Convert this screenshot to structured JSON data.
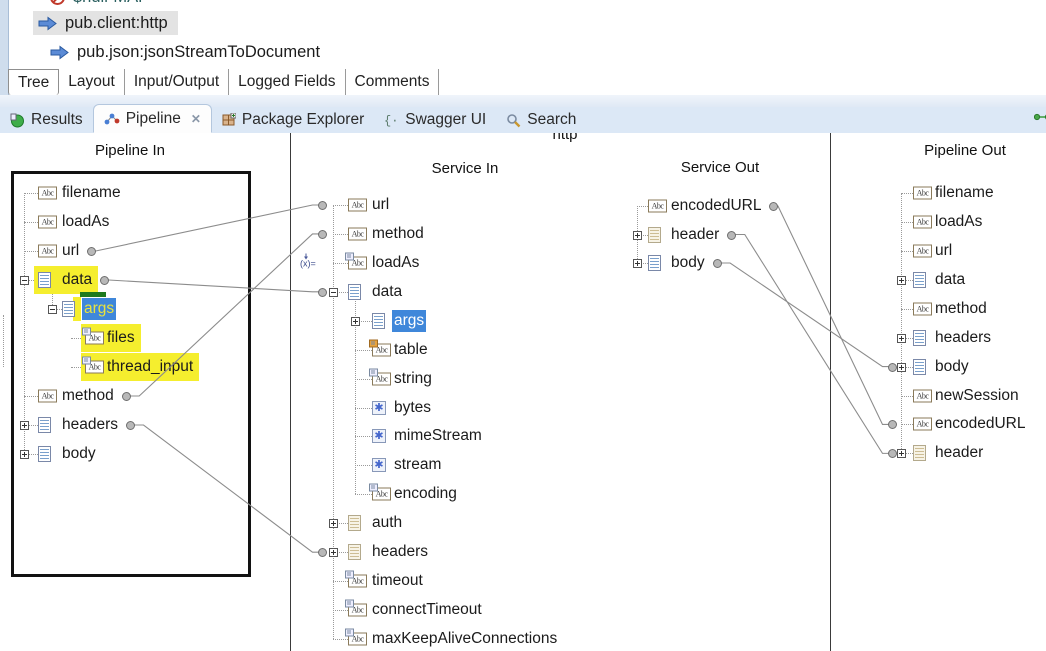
{
  "colors": {
    "highlight_yellow": "#f5ee2e",
    "selection_blue": "#3f87da",
    "green_marker": "#1e7a1e",
    "map_line_gray": "#8c8c8c",
    "viewbar_blue": "#dce8f6",
    "step_selected_gray": "#e3e3e3"
  },
  "flow_editor": {
    "steps": [
      {
        "label": "$null-MAP",
        "icon": "disabled-step-icon",
        "partial": true,
        "selected": false
      },
      {
        "label": "pub.client:http",
        "icon": "invoke-arrow-icon",
        "partial": false,
        "selected": true
      },
      {
        "label": "pub.json:jsonStreamToDocument",
        "icon": "invoke-arrow-icon",
        "partial": false,
        "selected": false
      }
    ],
    "tabs": [
      {
        "label": "Tree",
        "active": true
      },
      {
        "label": "Layout",
        "active": false
      },
      {
        "label": "Input/Output",
        "active": false
      },
      {
        "label": "Logged Fields",
        "active": false
      },
      {
        "label": "Comments",
        "active": false
      }
    ]
  },
  "view_tabbar": {
    "tabs": [
      {
        "label": "Results",
        "icon": "results-icon",
        "active": false
      },
      {
        "label": "Pipeline",
        "icon": "pipeline-icon",
        "active": true,
        "close_glyph": "✕"
      },
      {
        "label": "Package Explorer",
        "icon": "package-icon",
        "active": false
      },
      {
        "label": "Swagger UI",
        "icon": "braces-icon",
        "active": false
      },
      {
        "label": "Search",
        "icon": "search-icon",
        "active": false
      }
    ],
    "corner_icon": "map-link-icon"
  },
  "pipeline_view": {
    "columns": [
      {
        "id": "pipelineIn",
        "title": "Pipeline In",
        "boxed": true,
        "nodes": [
          {
            "id": "filename",
            "label": "filename",
            "icon": "string-icon",
            "depth": 0
          },
          {
            "id": "loadAs",
            "label": "loadAs",
            "icon": "string-icon",
            "depth": 0
          },
          {
            "id": "url",
            "label": "url",
            "icon": "string-icon",
            "depth": 0,
            "dot": "after"
          },
          {
            "id": "data",
            "label": "data",
            "icon": "doc-icon",
            "depth": 0,
            "expand": "minus",
            "dot": "after",
            "highlight": "yellow"
          },
          {
            "id": "args",
            "label": "args",
            "icon": "doc-icon",
            "depth": 1,
            "expand": "minus",
            "selected": true,
            "highlight": "yellow",
            "green_mark": true
          },
          {
            "id": "files",
            "label": "files",
            "icon": "string-list-icon",
            "depth": 2,
            "highlight": "yellow"
          },
          {
            "id": "thread_input",
            "label": "thread_input",
            "icon": "string-list-icon",
            "depth": 2,
            "highlight": "yellow"
          },
          {
            "id": "method",
            "label": "method",
            "icon": "string-icon",
            "depth": 0,
            "dot": "after"
          },
          {
            "id": "headers",
            "label": "headers",
            "icon": "doc-icon",
            "depth": 0,
            "expand": "plus",
            "dot": "after"
          },
          {
            "id": "body",
            "label": "body",
            "icon": "doc-icon",
            "depth": 0,
            "expand": "plus"
          }
        ]
      },
      {
        "id": "serviceIn",
        "title": "Service In",
        "service_title": "http",
        "nodes": [
          {
            "id": "url",
            "label": "url",
            "icon": "string-icon",
            "depth": 0,
            "dot": "left"
          },
          {
            "id": "method",
            "label": "method",
            "icon": "string-icon",
            "depth": 0,
            "dot": "left"
          },
          {
            "id": "loadAs",
            "label": "loadAs",
            "icon": "string-list-icon",
            "depth": 0,
            "left_badge": "assigned-value-icon"
          },
          {
            "id": "data",
            "label": "data",
            "icon": "doc-icon",
            "depth": 0,
            "expand": "minus",
            "dot": "left"
          },
          {
            "id": "args",
            "label": "args",
            "icon": "doc-icon",
            "depth": 1,
            "expand": "plus",
            "selected": true
          },
          {
            "id": "table",
            "label": "table",
            "icon": "string-table-icon",
            "depth": 1
          },
          {
            "id": "string",
            "label": "string",
            "icon": "string-list-icon",
            "depth": 1
          },
          {
            "id": "bytes",
            "label": "bytes",
            "icon": "object-icon",
            "depth": 1
          },
          {
            "id": "mimeStream",
            "label": "mimeStream",
            "icon": "object-icon",
            "depth": 1
          },
          {
            "id": "stream",
            "label": "stream",
            "icon": "object-icon",
            "depth": 1
          },
          {
            "id": "encoding",
            "label": "encoding",
            "icon": "string-list-icon",
            "depth": 1
          },
          {
            "id": "auth",
            "label": "auth",
            "icon": "doc-dim-icon",
            "depth": 0,
            "expand": "plus"
          },
          {
            "id": "headers",
            "label": "headers",
            "icon": "doc-dim-icon",
            "depth": 0,
            "expand": "plus",
            "dot": "left"
          },
          {
            "id": "timeout",
            "label": "timeout",
            "icon": "string-list-icon",
            "depth": 0
          },
          {
            "id": "connectTimeout",
            "label": "connectTimeout",
            "icon": "string-list-icon",
            "depth": 0
          },
          {
            "id": "maxKeepAliveConnections",
            "label": "maxKeepAliveConnections",
            "icon": "string-list-icon",
            "depth": 0
          }
        ]
      },
      {
        "id": "serviceOut",
        "title": "Service Out",
        "nodes": [
          {
            "id": "encodedURL",
            "label": "encodedURL",
            "icon": "string-icon",
            "depth": 0,
            "dot": "after"
          },
          {
            "id": "header",
            "label": "header",
            "icon": "doc-dim-icon",
            "depth": 0,
            "expand": "plus",
            "dot": "after"
          },
          {
            "id": "body",
            "label": "body",
            "icon": "doc-icon",
            "depth": 0,
            "expand": "plus",
            "dot": "after"
          }
        ]
      },
      {
        "id": "pipelineOut",
        "title": "Pipeline Out",
        "nodes": [
          {
            "id": "filename",
            "label": "filename",
            "icon": "string-icon",
            "depth": 0
          },
          {
            "id": "loadAs",
            "label": "loadAs",
            "icon": "string-icon",
            "depth": 0
          },
          {
            "id": "url",
            "label": "url",
            "icon": "string-icon",
            "depth": 0
          },
          {
            "id": "data",
            "label": "data",
            "icon": "doc-icon",
            "depth": 0,
            "expand": "plus"
          },
          {
            "id": "method",
            "label": "method",
            "icon": "string-icon",
            "depth": 0
          },
          {
            "id": "headers",
            "label": "headers",
            "icon": "doc-icon",
            "depth": 0,
            "expand": "plus"
          },
          {
            "id": "body",
            "label": "body",
            "icon": "doc-icon",
            "depth": 0,
            "expand": "plus",
            "dot": "left"
          },
          {
            "id": "newSession",
            "label": "newSession",
            "icon": "string-icon",
            "depth": 0
          },
          {
            "id": "encodedURL",
            "label": "encodedURL",
            "icon": "string-icon",
            "depth": 0,
            "dot": "left"
          },
          {
            "id": "header",
            "label": "header",
            "icon": "doc-dim-icon",
            "depth": 0,
            "expand": "plus",
            "dot": "left"
          }
        ]
      }
    ],
    "mappings": [
      {
        "from": "pipelineIn.url",
        "to": "serviceIn.url"
      },
      {
        "from": "pipelineIn.method",
        "to": "serviceIn.method"
      },
      {
        "from": "pipelineIn.data",
        "to": "serviceIn.data"
      },
      {
        "from": "pipelineIn.headers",
        "to": "serviceIn.headers"
      },
      {
        "from": "serviceOut.encodedURL",
        "to": "pipelineOut.encodedURL"
      },
      {
        "from": "serviceOut.header",
        "to": "pipelineOut.header"
      },
      {
        "from": "serviceOut.body",
        "to": "pipelineOut.body"
      }
    ]
  }
}
